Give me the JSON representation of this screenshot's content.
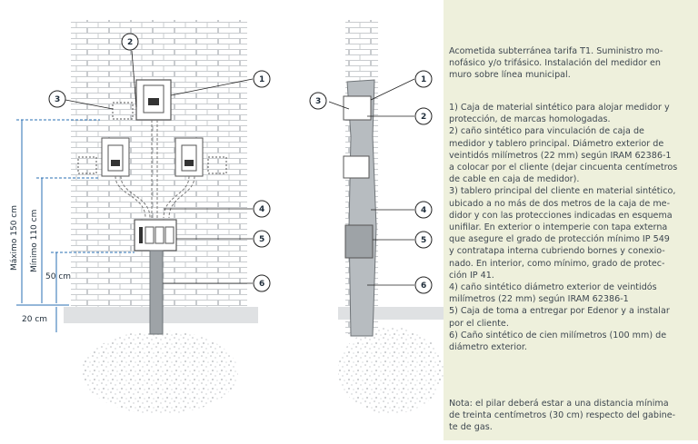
{
  "diagram": {
    "dimensions": {
      "max_height": "Máximo 150 cm",
      "min_height": "Mínimo 110 cm",
      "fifty": "50 cm",
      "twenty": "20 cm"
    },
    "callouts": [
      "1",
      "2",
      "3",
      "4",
      "5",
      "6"
    ]
  },
  "text": {
    "intro": "Acometida subterránea tarifa T1. Suministro mo-\nnofásico y/o trifásico. Instalación del medidor en\nmuro sobre línea municipal.",
    "items": "1) Caja de material sintético para alojar medidor y\nprotección, de marcas homologadas.\n2) caño sintético para vinculación de caja de\nmedidor y tablero principal. Diámetro exterior de\nveintidós milímetros (22 mm) según IRAM 62386-1\na colocar por el cliente (dejar cincuenta centímetros\nde cable en caja de medidor).\n3) tablero principal del cliente en material sintético,\nubicado a no más de dos metros de la caja de me-\ndidor y con las protecciones indicadas en esquema\nunifilar. En exterior o intemperie con tapa externa\nque asegure el grado de protección mínimo IP 549\ny contratapa interna cubriendo bornes y conexio-\nnado. En interior, como mínimo, grado de protec-\nción IP 41.\n4) caño sintético diámetro exterior de veintidós\nmilímetros (22 mm) según IRAM 62386-1\n5) Caja de toma a entregar por Edenor y a instalar\npor el cliente.\n6) Caño sintético de cien milímetros (100 mm) de\ndiámetro exterior.",
    "note": "Nota: el pilar deberá estar a una distancia mínima\nde treinta centímetros (30 cm) respecto del gabine-\nte de gas."
  },
  "colors": {
    "panel_bg": "#eef0dc",
    "line_blue": "#2a6fb3",
    "text": "#3e4750"
  }
}
